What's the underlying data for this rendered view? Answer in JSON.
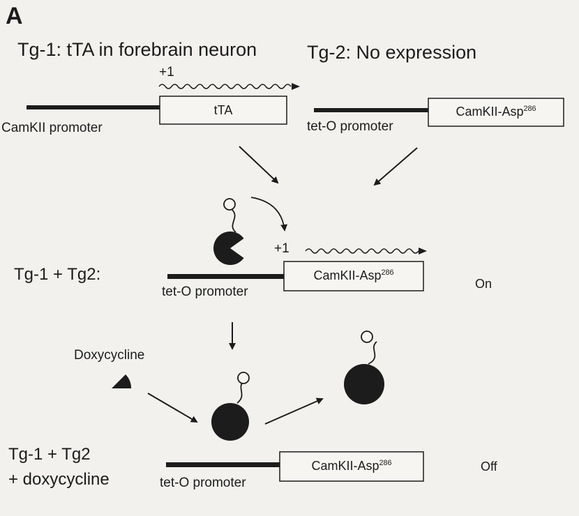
{
  "panel_label": "A",
  "tg1": {
    "title": "Tg-1: tTA in forebrain neuron",
    "promoter": "CamKII promoter",
    "gene": "tTA",
    "start_site": "+1"
  },
  "tg2": {
    "title": "Tg-2: No expression",
    "promoter": "tet-O promoter",
    "gene_base": "CamKII-Asp",
    "gene_sup": "286"
  },
  "combined": {
    "title": "Tg-1 + Tg2:",
    "promoter": "tet-O promoter",
    "gene_base": "CamKII-Asp",
    "gene_sup": "286",
    "start_site": "+1",
    "state": "On"
  },
  "doxy": {
    "drug_label": "Doxycycline",
    "title_line1": "Tg-1 + Tg2",
    "title_line2": "+ doxycycline",
    "promoter": "tet-O promoter",
    "gene_base": "CamKII-Asp",
    "gene_sup": "286",
    "state": "Off"
  }
}
